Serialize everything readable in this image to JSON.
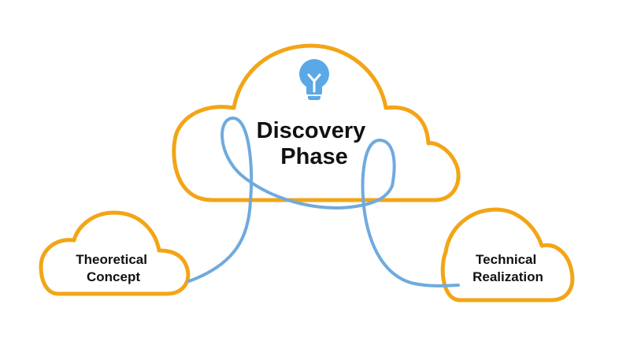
{
  "colors": {
    "cloud_outline": "#F2A516",
    "connector": "#6FAADF",
    "icon": "#5AA8E6",
    "text": "#111111",
    "background": "#FFFFFF"
  },
  "nodes": {
    "main": {
      "line1": "Discovery",
      "line2": "Phase",
      "icon": "lightbulb-icon"
    },
    "left": {
      "line1": "Theoretical",
      "line2": "Concept"
    },
    "right": {
      "line1": "Technical",
      "line2": "Realization"
    }
  }
}
